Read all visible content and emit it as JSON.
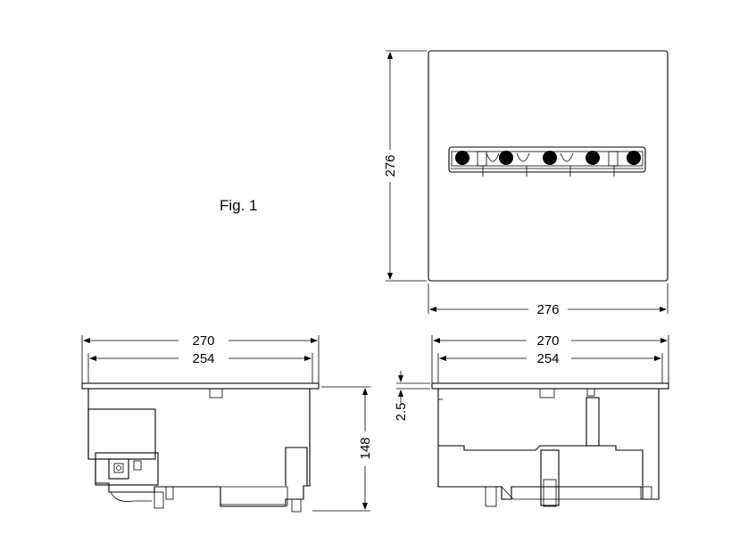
{
  "figure_label": "Fig. 1",
  "top_view": {
    "dim_height": "276",
    "dim_width": "276"
  },
  "side_view_left": {
    "dim_outer": "270",
    "dim_inner": "254",
    "dim_depth": "148"
  },
  "side_view_right": {
    "dim_outer": "270",
    "dim_inner": "254",
    "dim_flange": "2.5"
  },
  "colors": {
    "line": "#000000",
    "background": "#ffffff"
  }
}
